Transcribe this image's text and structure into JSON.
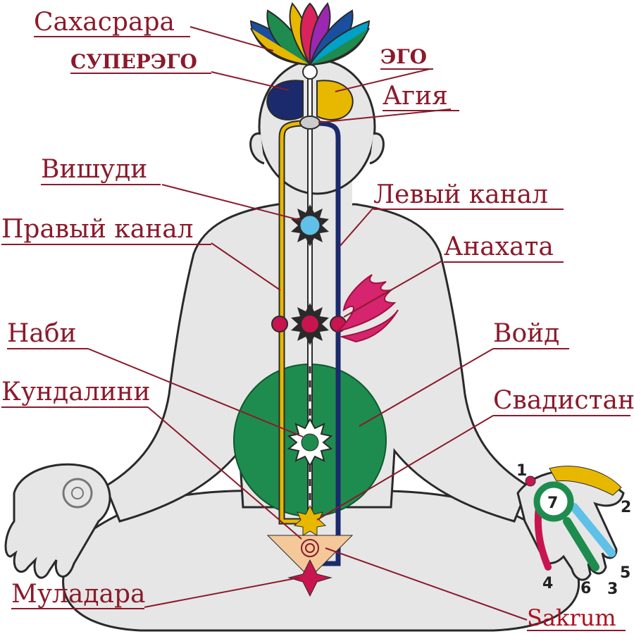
{
  "labels": {
    "sahasrara": "Сахасрара",
    "superego": "СУПЕРЭГО",
    "ego": "ЭГО",
    "agia": "Агия",
    "vishudi": "Вишуди",
    "left_channel": "Левый канал",
    "right_channel": "Правый канал",
    "anahata": "Анахата",
    "nabi": "Наби",
    "void": "Войд",
    "kundalini": "Кундалини",
    "svadistan": "Свадистан",
    "muladara": "Муладара",
    "sakrum": "Sakrum"
  },
  "finger_numbers": [
    "1",
    "2",
    "3",
    "4",
    "5",
    "6",
    "7"
  ],
  "colors": {
    "body": "#e6e6e6",
    "outline": "#2a2a2a",
    "label": "#8b1a2b",
    "left_channel": "#1a2a6c",
    "right_channel": "#e8b800",
    "void": "#1e8c4e",
    "heart": "#d6246e",
    "chakra_pink": "#c8154f"
  },
  "icons": [
    "lotus-icon",
    "chakra-icon",
    "heart-flame-icon",
    "hand-icon"
  ]
}
